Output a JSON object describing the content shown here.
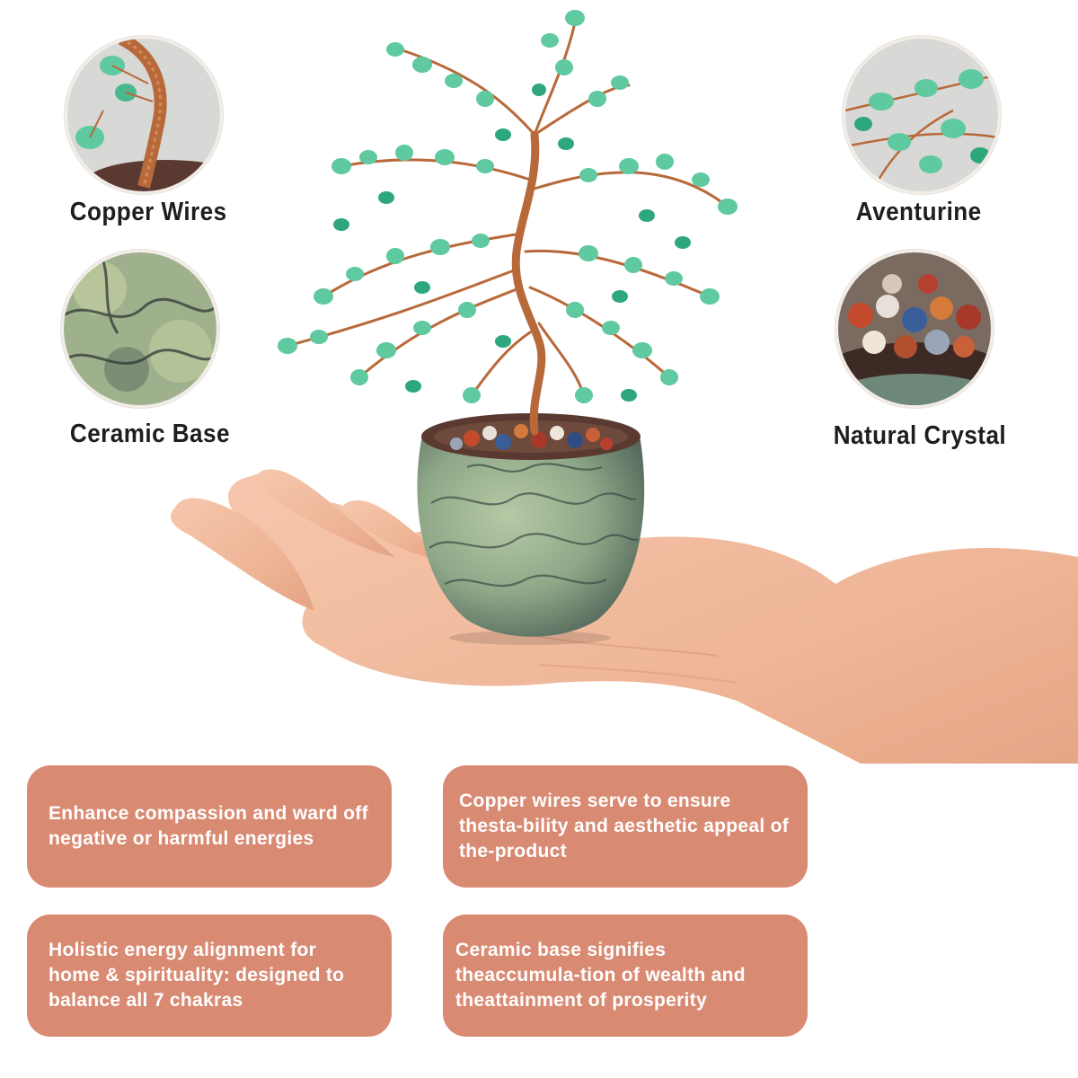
{
  "features": {
    "copper_wires": {
      "label": "Copper Wires"
    },
    "ceramic_base": {
      "label": "Ceramic Base"
    },
    "aventurine": {
      "label": "Aventurine"
    },
    "natural_crystal": {
      "label": "Natural Crystal"
    }
  },
  "benefits": [
    {
      "text": "Enhance compassion and ward off negative or harmful energies"
    },
    {
      "text": "Copper wires serve to ensure thesta-bility and aesthetic appeal of the-product"
    },
    {
      "text": "Holistic energy alignment for home & spirituality: designed to balance all 7 chakras"
    },
    {
      "text": "Ceramic base signifies theaccumula-tion of wealth and theattainment of prosperity"
    }
  ],
  "colors": {
    "box_background": "#d98a73",
    "box_text": "#ffffff",
    "label_text": "#1e1e1e",
    "leaf_green": "#5fc9a0",
    "copper": "#b8693a",
    "ceramic_green": "#8fa888"
  },
  "icons": {
    "copper_wires": "copper-wire-closeup",
    "ceramic_base": "ceramic-glaze-closeup",
    "aventurine": "aventurine-branch-closeup",
    "natural_crystal": "crystal-chips-closeup"
  }
}
